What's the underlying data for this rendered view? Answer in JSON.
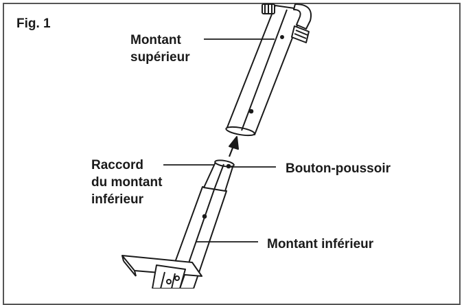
{
  "figure": {
    "label": "Fig. 1"
  },
  "labels": {
    "upper_post": [
      "Montant",
      "supérieur"
    ],
    "lower_post_connector": [
      "Raccord",
      "du montant",
      "inférieur"
    ],
    "push_button": "Bouton-poussoir",
    "lower_post": "Montant inférieur"
  },
  "colors": {
    "ink": "#1a1a1a",
    "frame": "#555555"
  }
}
